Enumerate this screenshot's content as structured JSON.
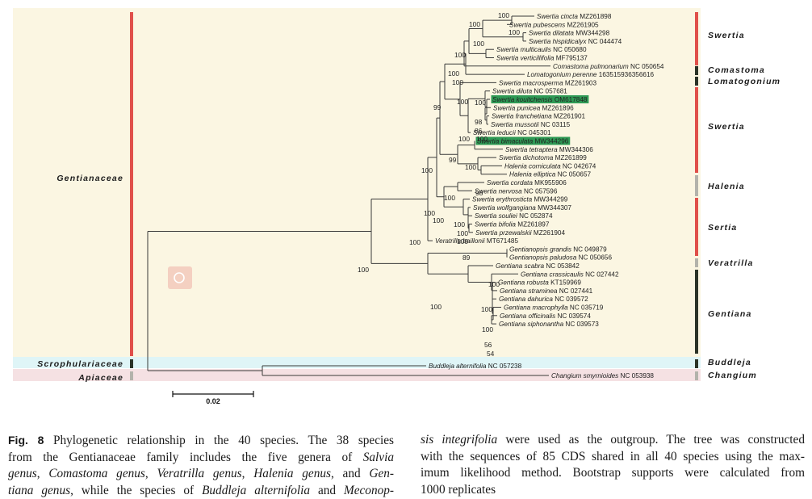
{
  "tree": {
    "leaves": [
      {
        "species": "Swertia cincta",
        "acc": "MZ261898"
      },
      {
        "species": "Swertia pubescens",
        "acc": "MZ261905"
      },
      {
        "species": "Swertia dilatata",
        "acc": "MW344298"
      },
      {
        "species": "Swertia hispidicalyx",
        "acc": "NC 044474"
      },
      {
        "species": "Swertia multicaulis",
        "acc": "NC 050680"
      },
      {
        "species": "Swertia verticillifolia",
        "acc": "MF795137"
      },
      {
        "species": "Comastoma pulmonarium",
        "acc": "NC 050654"
      },
      {
        "species": "Lomatogonium perenne",
        "acc": "163515936356616"
      },
      {
        "species": "Swertia macrosperma",
        "acc": "MZ261903"
      },
      {
        "species": "Swertia diluta",
        "acc": "NC 057681"
      },
      {
        "species": "Swertia kouitchensis",
        "acc": "OM617848",
        "highlight": true
      },
      {
        "species": "Swertia punicea",
        "acc": "MZ261896"
      },
      {
        "species": "Swertia franchetiana",
        "acc": "MZ261901"
      },
      {
        "species": "Swertia mussotii",
        "acc": "NC 03115"
      },
      {
        "species": "Swertia leducii",
        "acc": "NC 045301"
      },
      {
        "species": "Swertia bimaculata",
        "acc": "MW344296",
        "highlight": true
      },
      {
        "species": "Swertia tetraptera",
        "acc": "MW344306"
      },
      {
        "species": "Swertia dichotoma",
        "acc": "MZ261899"
      },
      {
        "species": "Halenia corniculata",
        "acc": "NC 042674"
      },
      {
        "species": "Halenia elliptica",
        "acc": "NC 050657"
      },
      {
        "species": "Swertia cordata",
        "acc": "MK955906"
      },
      {
        "species": "Swertia nervosa",
        "acc": "NC 057596"
      },
      {
        "species": "Swertia erythrosticta",
        "acc": "MW344299"
      },
      {
        "species": "Swertia wolfgangiana",
        "acc": "MW344307"
      },
      {
        "species": "Swertia souliei",
        "acc": "NC 052874"
      },
      {
        "species": "Swertia bifolia",
        "acc": "MZ261897"
      },
      {
        "species": "Swertia przewalskii",
        "acc": "MZ261904"
      },
      {
        "species": "Veratrilla baillonii",
        "acc": "MT671485"
      },
      {
        "species": "Gentianopsis grandis",
        "acc": "NC 049879"
      },
      {
        "species": "Gentianopsis paludosa",
        "acc": "NC 050656"
      },
      {
        "species": "Gentiana scabra",
        "acc": "NC 053842"
      },
      {
        "species": "Gentiana crassicaulis",
        "acc": "NC 027442"
      },
      {
        "species": "Gentiana robusta",
        "acc": "KT159969"
      },
      {
        "species": "Gentiana straminea",
        "acc": "NC 027441"
      },
      {
        "species": "Gentiana dahurica",
        "acc": "NC 039572"
      },
      {
        "species": "Gentiana macrophylla",
        "acc": "NC 035719"
      },
      {
        "species": "Gentiana officinalis",
        "acc": "NC 039574"
      },
      {
        "species": "Gentiana siphonantha",
        "acc": "NC 039573"
      },
      {
        "species": "Buddleja alternifolia",
        "acc": "NC 057238"
      },
      {
        "species": "Changium smyrnioides",
        "acc": "NC 053938"
      }
    ],
    "bootstrap": [
      "100",
      "100",
      "100",
      "100",
      "100",
      "100",
      "100",
      "99",
      "100",
      "100",
      "98",
      "100",
      "86",
      "100",
      "100",
      "99",
      "100",
      "98",
      "100",
      "100",
      "100",
      "100",
      "89",
      "100",
      "100",
      "100",
      "100",
      "100",
      "100",
      "100",
      "56",
      "54",
      "100"
    ],
    "clades": [
      "Swertia",
      "Comastoma",
      "Lomatogonium",
      "Swertia",
      "Halenia",
      "Sertia",
      "Veratrilla",
      "Gentiana",
      "Buddleja",
      "Changium"
    ],
    "families": [
      "Gentianaceae",
      "Scrophulariaceae",
      "Apiaceae"
    ],
    "scale_label": "0.02",
    "colors": {
      "panel_bg": "#fbf6e2",
      "highlight": "#2e9a55",
      "bar_red": "#e0504a",
      "bar_grey": "#b3b3ab",
      "bar_dark": "#2b3327",
      "buddleja_band": "#dff5f7",
      "apiaceae_band": "#f5e1e3",
      "watermark": "#f2c3b6"
    }
  },
  "caption": {
    "fig_label": "Fig. 8",
    "left_lines": [
      " Phylogenetic relationship in the 40 species. The 38 species",
      "from the Gentianaceae family includes the five genera of ",
      "Salvia",
      " genus",
      ", ",
      "Comastoma genus",
      ", ",
      "Veratrilla genus",
      ", ",
      "Halenia genus",
      ", and ",
      "Gen-",
      "tiana genus",
      ", while the species of ",
      "Buddleja alternifolia",
      " and ",
      "Meconop-"
    ],
    "right_lines": [
      "sis integrifolia",
      " were used as the outgroup. The tree was constructed",
      "with the sequences of 85 CDS shared in all 40 species using the max-",
      "imum likelihood method. Bootstrap supports were calculated from",
      "1000 replicates"
    ]
  }
}
